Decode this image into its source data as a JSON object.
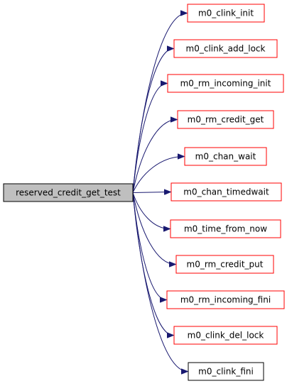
{
  "graph": {
    "root": {
      "label": "reserved_credit_get_test",
      "fill": "#bfbfbf",
      "border": "#000000"
    },
    "callees": [
      {
        "label": "m0_clink_init",
        "border": "#ff0000"
      },
      {
        "label": "m0_clink_add_lock",
        "border": "#ff0000"
      },
      {
        "label": "m0_rm_incoming_init",
        "border": "#ff0000"
      },
      {
        "label": "m0_rm_credit_get",
        "border": "#ff0000"
      },
      {
        "label": "m0_chan_wait",
        "border": "#ff0000"
      },
      {
        "label": "m0_chan_timedwait",
        "border": "#ff0000"
      },
      {
        "label": "m0_time_from_now",
        "border": "#ff0000"
      },
      {
        "label": "m0_rm_credit_put",
        "border": "#ff0000"
      },
      {
        "label": "m0_rm_incoming_fini",
        "border": "#ff0000"
      },
      {
        "label": "m0_clink_del_lock",
        "border": "#ff0000"
      },
      {
        "label": "m0_clink_fini",
        "border": "#000000"
      }
    ],
    "edge_color": "#191970"
  }
}
